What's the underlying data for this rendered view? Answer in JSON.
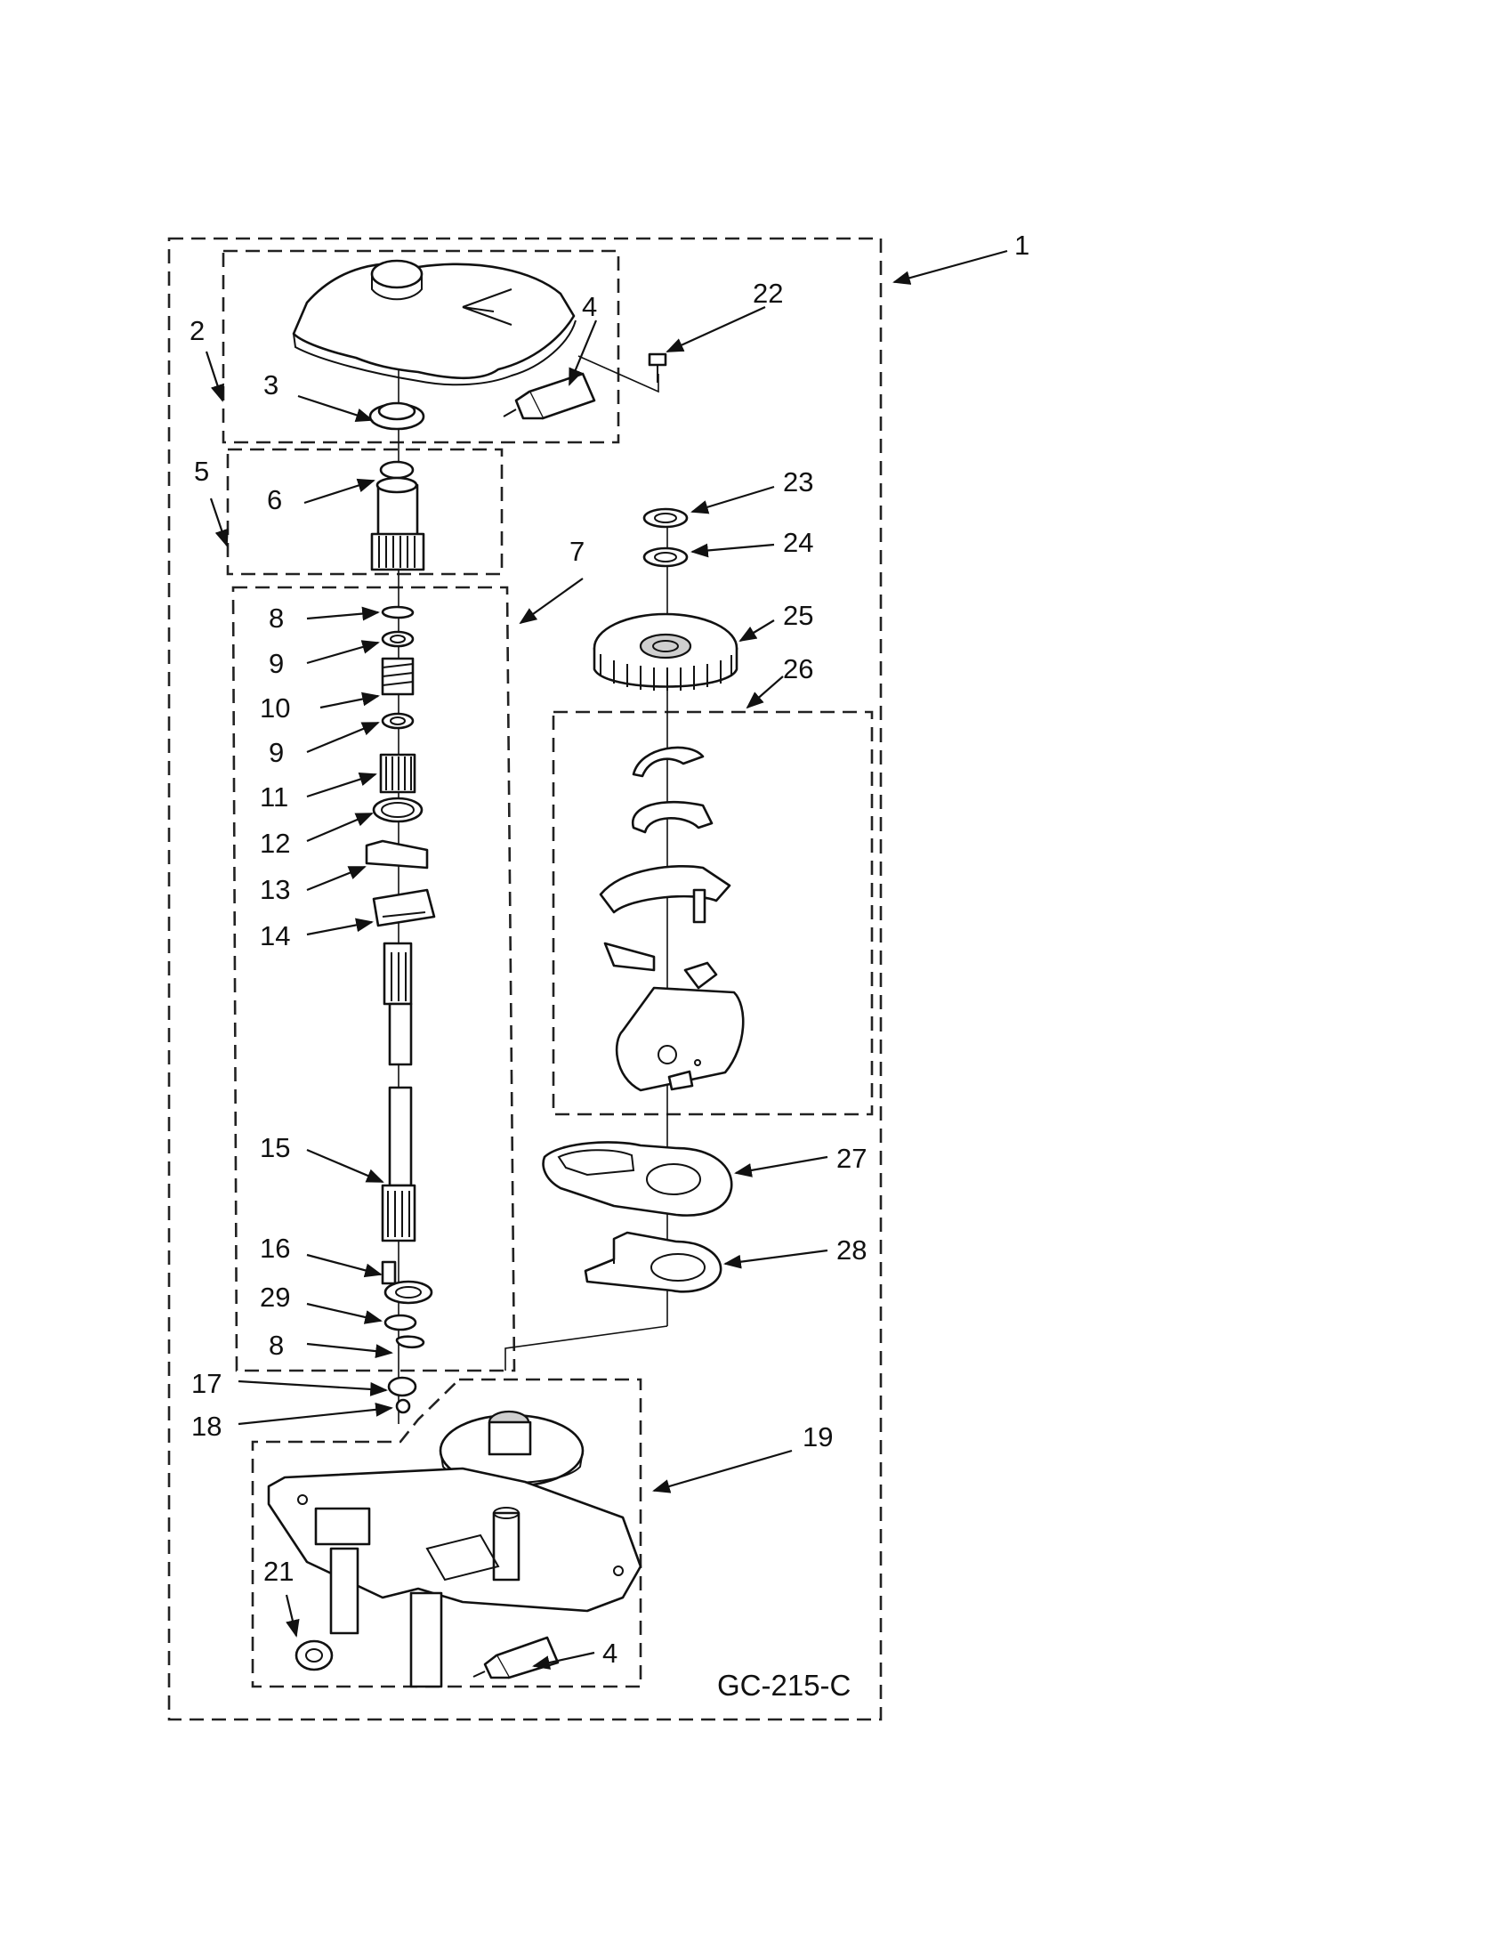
{
  "diagram": {
    "part_numbers": {
      "p1": "1",
      "p2": "2",
      "p3": "3",
      "p4a": "4",
      "p4b": "4",
      "p5": "5",
      "p6": "6",
      "p7": "7",
      "p8a": "8",
      "p8b": "8",
      "p9a": "9",
      "p9b": "9",
      "p10": "10",
      "p11": "11",
      "p12": "12",
      "p13": "13",
      "p14": "14",
      "p15": "15",
      "p16": "16",
      "p17": "17",
      "p18": "18",
      "p19": "19",
      "p21": "21",
      "p22": "22",
      "p23": "23",
      "p24": "24",
      "p25": "25",
      "p26": "26",
      "p27": "27",
      "p28": "28",
      "p29": "29"
    },
    "drawing_code": "GC-215-C"
  }
}
